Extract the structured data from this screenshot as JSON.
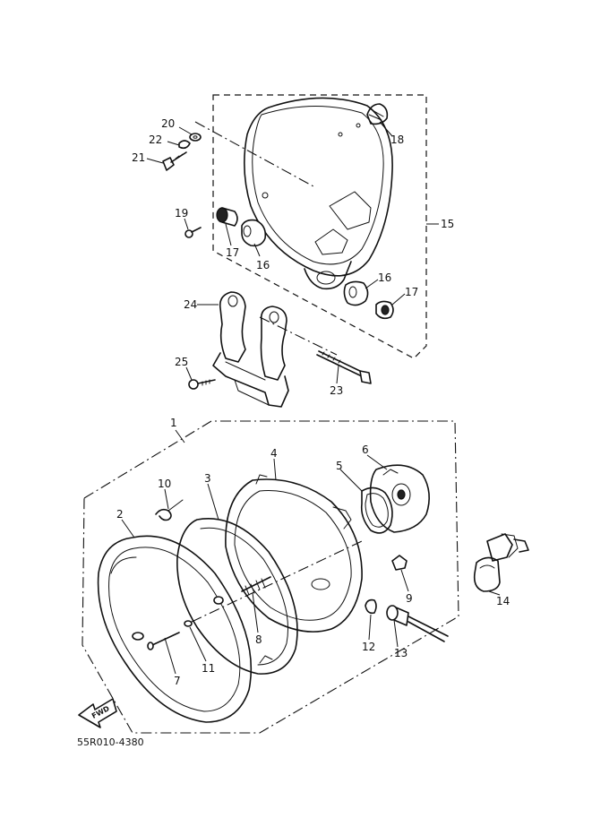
{
  "callouts": {
    "c1": "1",
    "c2": "2",
    "c3": "3",
    "c4": "4",
    "c5": "5",
    "c6": "6",
    "c7": "7",
    "c8": "8",
    "c9": "9",
    "c10": "10",
    "c11": "11",
    "c12": "12",
    "c13": "13",
    "c14": "14",
    "c15": "15",
    "c16a": "16",
    "c16b": "16",
    "c17a": "17",
    "c17b": "17",
    "c18": "18",
    "c19": "19",
    "c20": "20",
    "c21": "21",
    "c22": "22",
    "c23": "23",
    "c24": "24",
    "c25": "25"
  },
  "direction_arrow": "FWD",
  "diagram_code": "55R010-4380"
}
